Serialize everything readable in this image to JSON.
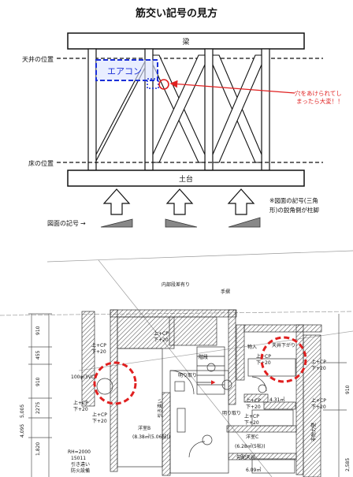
{
  "title": "筋交い記号の見方",
  "beam": "梁",
  "sill": "土台",
  "ceiling_level": "天井の位置",
  "floor_level": "床の位置",
  "aircon": "エアコン",
  "annotation_line1": "穴をあけられてし",
  "annotation_line2": "まったら大変！！",
  "note_line1": "※図面の記号(三角",
  "note_line2": "形)の鋭角側が柱脚",
  "drawing_symbol": "図面の記号",
  "arrow_mark": "→",
  "plan": {
    "top_label": "内部段差有り",
    "handrail": "手摺",
    "stairs": "階段",
    "window": "明り取り",
    "room_b": "洋室B",
    "room_b_area": "(8.38㎡(5.06帖))",
    "room_c": "洋室C",
    "room_c_area": "(6.28㎡(5帖))",
    "pull_door": "引き違い",
    "sloped_ceiling": "勾配天井",
    "area_right": "6.09㎡",
    "closet": "物入",
    "ceiling_down": "天井下がり",
    "vc_label": "100φ(3VC)",
    "rh": "RH=2000",
    "model": "15011",
    "pull_window": "引き違い",
    "fire_window": "防火設備",
    "brace_up": "上+CP",
    "brace_down": "下+20",
    "dims_left": [
      "910",
      "455",
      "910",
      "2275",
      "5,005",
      "4,095",
      "1,820"
    ],
    "dim_right": "910",
    "dim_right2": "2,585",
    "bottom_area": "4.31㎡",
    "hatch_right": "非耐力壁"
  }
}
